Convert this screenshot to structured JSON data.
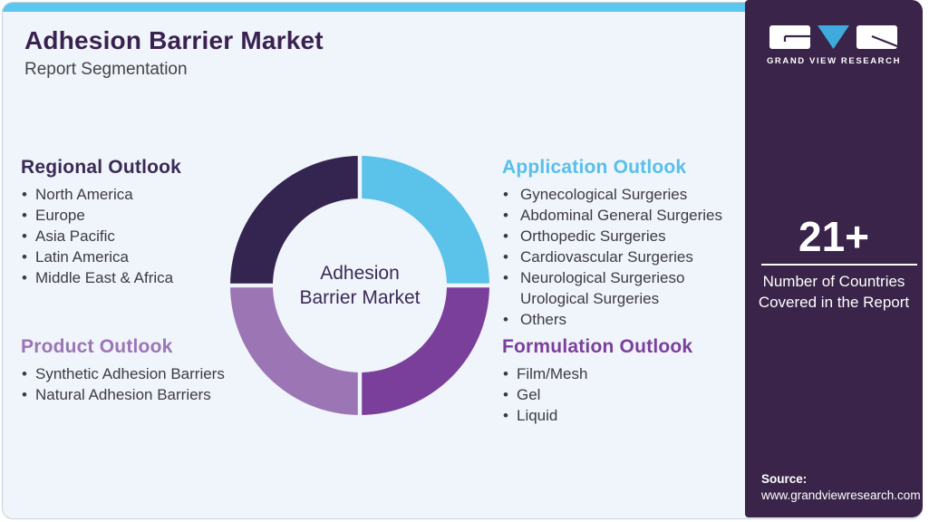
{
  "header": {
    "title": "Adhesion Barrier Market",
    "subtitle": "Report Segmentation"
  },
  "sections": {
    "regional": {
      "heading": "Regional Outlook",
      "items": [
        "North America",
        "Europe",
        "Asia Pacific",
        "Latin America",
        "Middle East & Africa"
      ]
    },
    "product": {
      "heading": "Product Outlook",
      "items": [
        "Synthetic Adhesion Barriers",
        "Natural Adhesion Barriers"
      ]
    },
    "application": {
      "heading": "Application Outlook",
      "items": [
        "Gynecological Surgeries",
        "Abdominal General Surgeries",
        "Orthopedic Surgeries",
        "Cardiovascular Surgeries",
        "Neurological Surgerieso\nUrological Surgeries",
        "Others"
      ]
    },
    "formulation": {
      "heading": "Formulation Outlook",
      "items": [
        "Film/Mesh",
        "Gel",
        "Liquid"
      ]
    }
  },
  "donut": {
    "type": "donut",
    "center_line1": "Adhesion",
    "center_line2": "Barrier Market",
    "segments": [
      {
        "name": "application-segment",
        "position": "top-right",
        "color": "#5BC2EA"
      },
      {
        "name": "formulation-segment",
        "position": "bottom-right",
        "color": "#7A3F9B"
      },
      {
        "name": "product-segment",
        "position": "bottom-left",
        "color": "#9C75B5"
      },
      {
        "name": "regional-segment",
        "position": "top-left",
        "color": "#342450"
      }
    ]
  },
  "sidebar": {
    "brand": "GRAND VIEW RESEARCH",
    "stat_value": "21+",
    "stat_line1": "Number of Countries",
    "stat_line2": "Covered in the Report",
    "source_label": "Source:",
    "source_url": "www.grandviewresearch.com"
  },
  "colors": {
    "topbar": "#5BC6EE",
    "card_bg": "#EFF5FA",
    "sidebar_bg": "#3A2449",
    "title": "#3B2150",
    "body_text": "#3E3A45",
    "heading_regional": "#3B2A55",
    "heading_product": "#9C75B5",
    "heading_application": "#58BFE9",
    "heading_formulation": "#7B3F9C",
    "logo_triangle": "#3FABDC"
  }
}
